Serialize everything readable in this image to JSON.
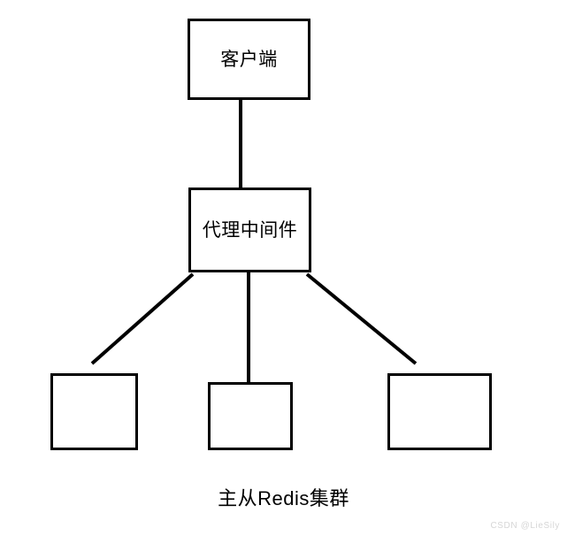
{
  "diagram": {
    "title_caption": "主从Redis集群",
    "background_color": "#ffffff",
    "stroke_color": "#000000",
    "nodes": [
      {
        "id": "client",
        "label": "客户端",
        "role": "client-box"
      },
      {
        "id": "proxy",
        "label": "代理中间件",
        "role": "proxy-middleware-box"
      },
      {
        "id": "redis1",
        "label": "",
        "role": "redis-instance-box"
      },
      {
        "id": "redis2",
        "label": "",
        "role": "redis-instance-box"
      },
      {
        "id": "redis3",
        "label": "",
        "role": "redis-instance-box"
      }
    ],
    "edges": [
      {
        "from": "client",
        "to": "proxy",
        "style": "vertical-line"
      },
      {
        "from": "proxy",
        "to": "redis1",
        "style": "diagonal-line"
      },
      {
        "from": "proxy",
        "to": "redis2",
        "style": "vertical-line"
      },
      {
        "from": "proxy",
        "to": "redis3",
        "style": "diagonal-line"
      }
    ]
  },
  "watermark": {
    "text": "CSDN @LieSily",
    "color": "#d6d6d6"
  }
}
